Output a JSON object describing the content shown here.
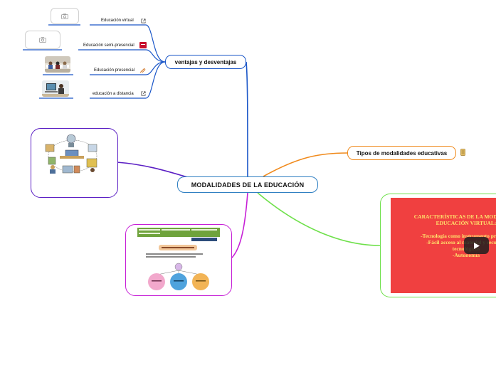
{
  "central": {
    "title": "MODALIDADES DE LA EDUCACIÓN"
  },
  "ventajas": {
    "title": "ventajas y desventajas",
    "items": [
      {
        "label": "Educación virtual",
        "icon": "external-link-icon"
      },
      {
        "label": "Educación semi-presencial",
        "icon": "logo-badge-icon"
      },
      {
        "label": "Educación presencial",
        "icon": "attachment-icon"
      },
      {
        "label": "educación a distancia",
        "icon": "external-link-icon"
      }
    ]
  },
  "tipos": {
    "title": "Tipos de modalidades educativas",
    "icon": "note-icon"
  },
  "video": {
    "lines": [
      "CARACTERÍSTICAS DE LA MODALIDAD",
      "EDUCACIÓN VIRTUAL:",
      "",
      "-Tecnología como instrumento principal",
      "-Fácil acceso al material y recursos",
      "tecnológicos",
      "-Autonomía"
    ]
  },
  "colors": {
    "central": "#2f7fc2",
    "ventajas": "#1a56c8",
    "tipos": "#f08a1c",
    "purple": "#5b1fc4",
    "magenta": "#c61fd6",
    "green": "#6ee04a",
    "video_bg": "#f04040"
  }
}
